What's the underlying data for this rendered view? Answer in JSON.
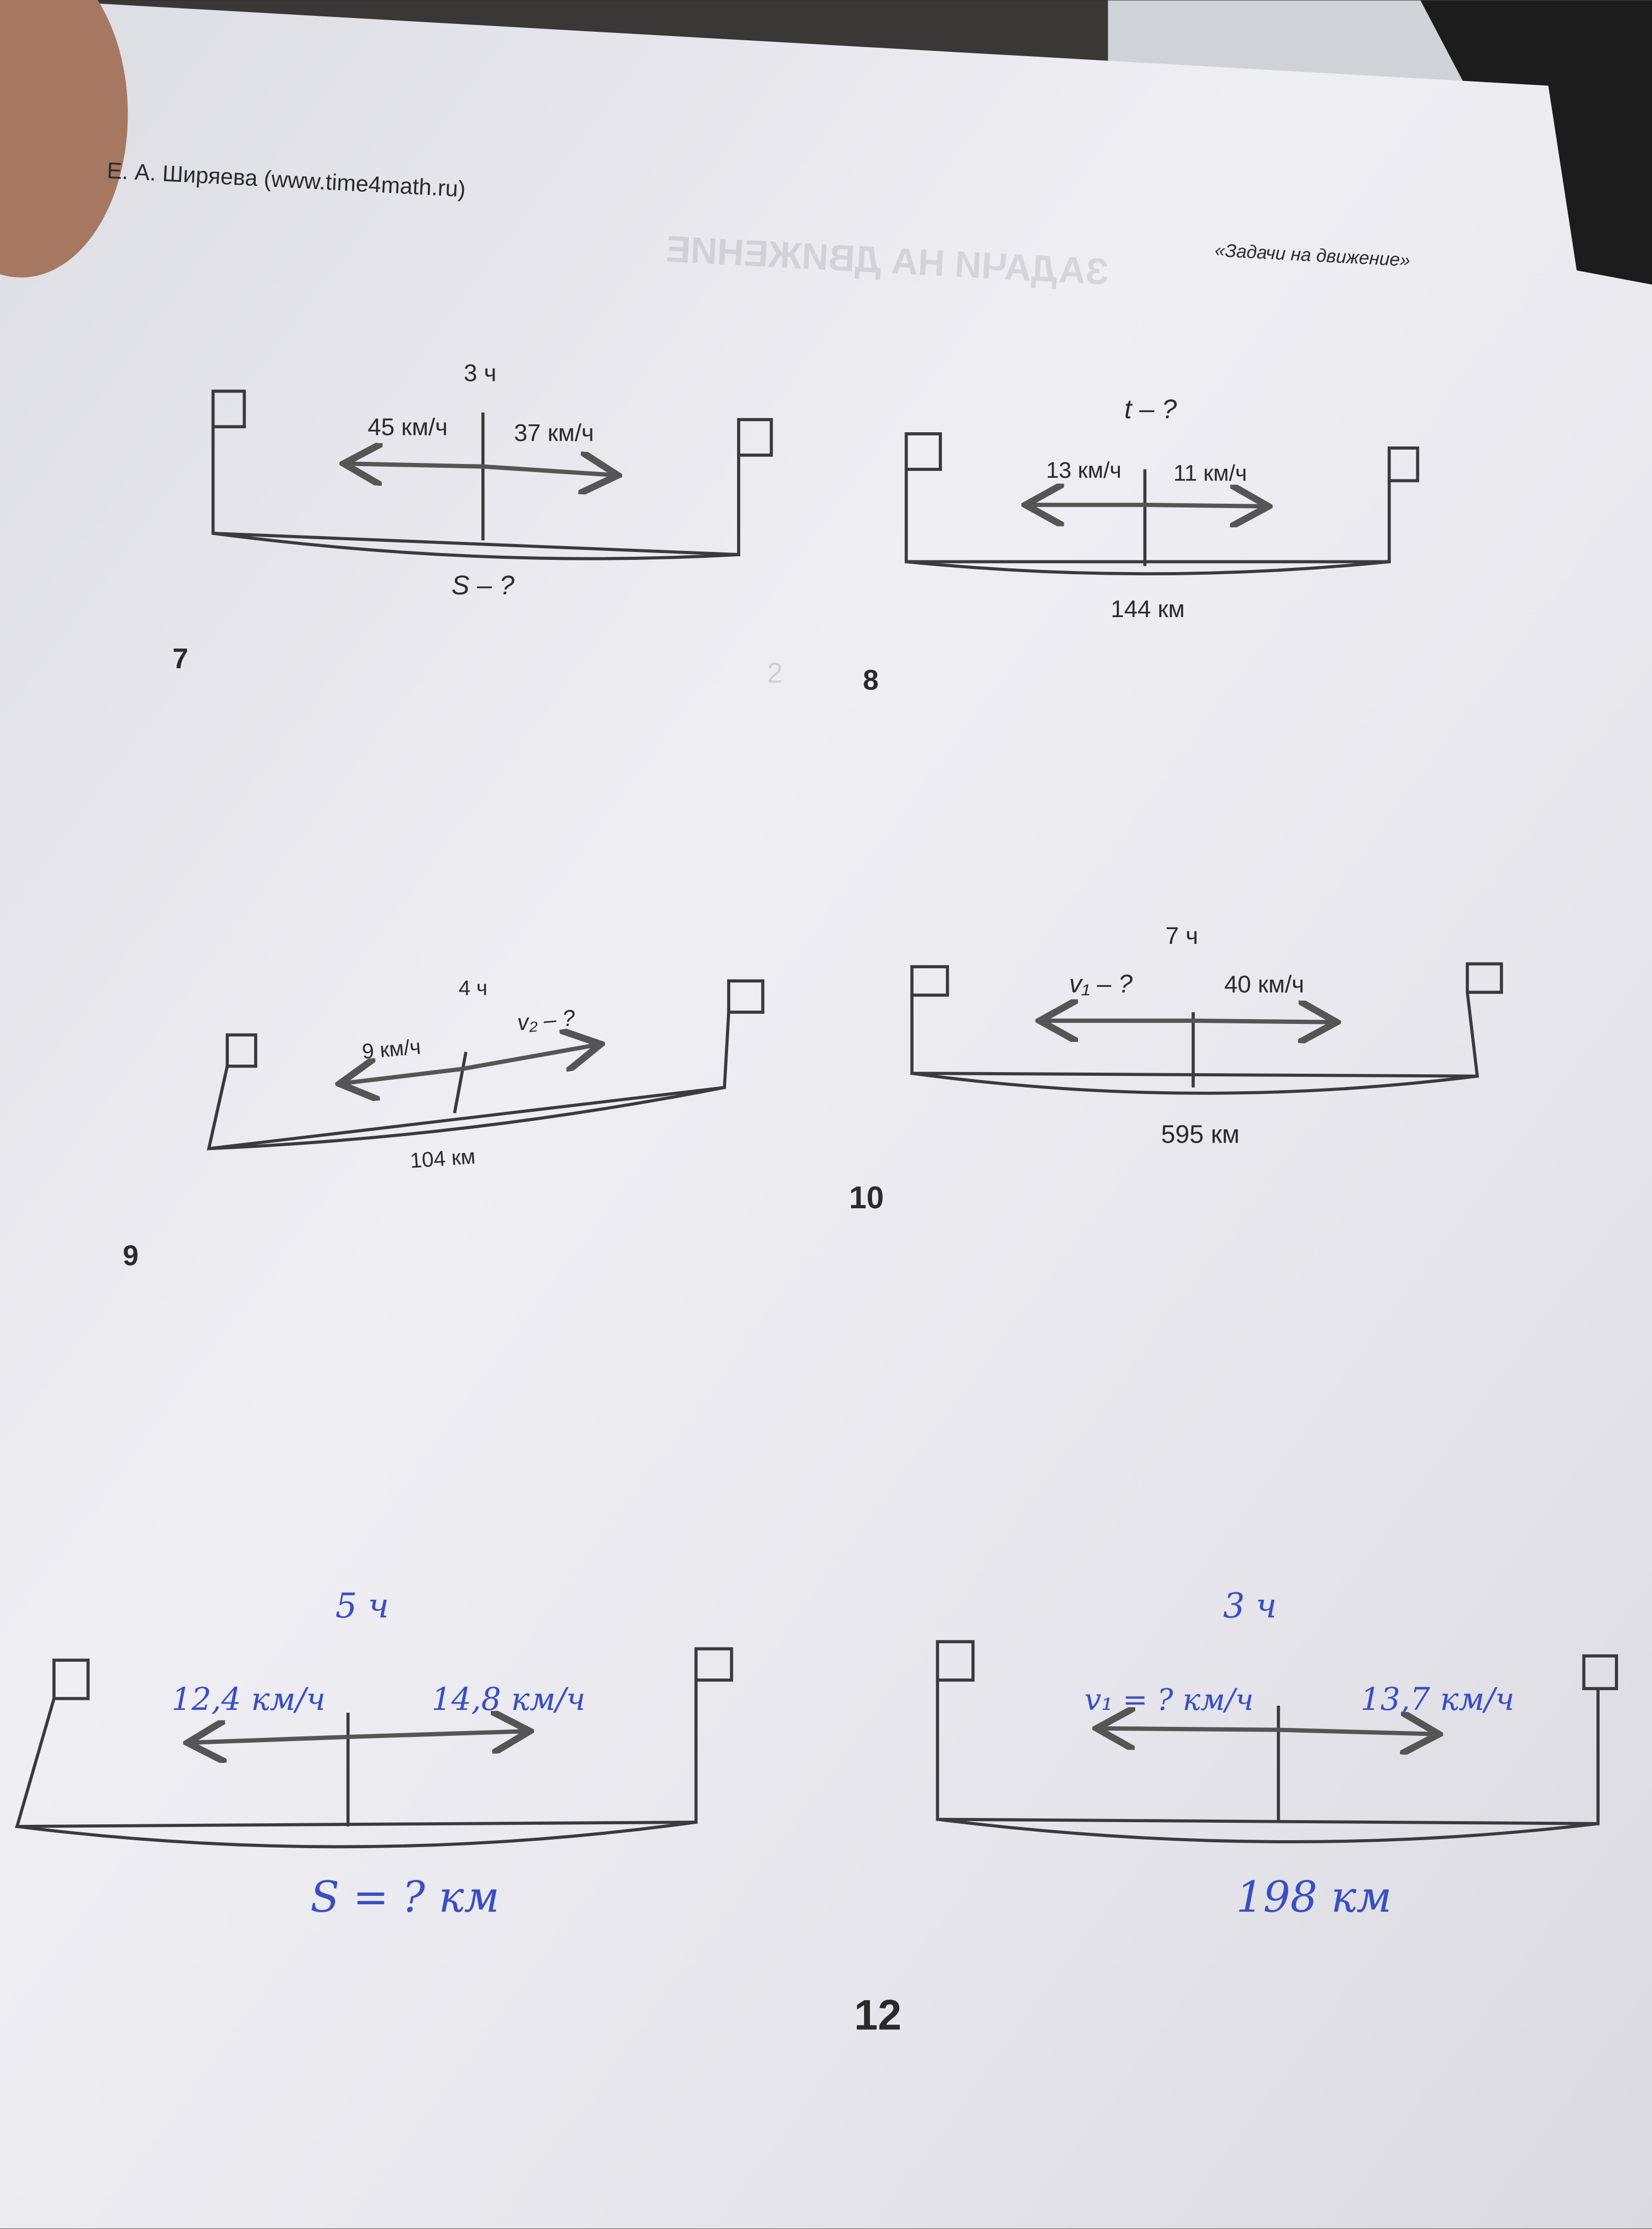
{
  "header": {
    "author": "Е. А. Ширяева (www.time4math.ru)",
    "section": "«Задачи на движение»",
    "bleed_through": "ЗАДАЧИ НА ДВИЖЕНИЕ"
  },
  "colors": {
    "paper": "#e9e9ee",
    "print": "#2b2b2e",
    "handwriting": "#3a4ec4"
  },
  "problems": [
    {
      "number": "7",
      "time": "3 ч",
      "v1": "45 км/ч",
      "v2": "37 км/ч",
      "distance": "S – ?"
    },
    {
      "number": "8",
      "time": "t – ?",
      "v1": "13 км/ч",
      "v2": "11 км/ч",
      "distance": "144 км"
    },
    {
      "number": "9",
      "time": "4 ч",
      "v1": "9 км/ч",
      "v2": "v₂ – ?",
      "distance": "104 км"
    },
    {
      "number": "10",
      "time": "7 ч",
      "v1": "v₁ – ?",
      "v2": "40 км/ч",
      "distance": "595 км"
    },
    {
      "number": "",
      "time": "5 ч",
      "v1": "12,4 км/ч",
      "v2": "14,8 км/ч",
      "distance": "S = ? км"
    },
    {
      "number": "12",
      "time": "3 ч",
      "v1": "v₁ = ? км/ч",
      "v2": "13,7 км/ч",
      "distance": "198 км"
    }
  ],
  "faint_page_number": "2"
}
